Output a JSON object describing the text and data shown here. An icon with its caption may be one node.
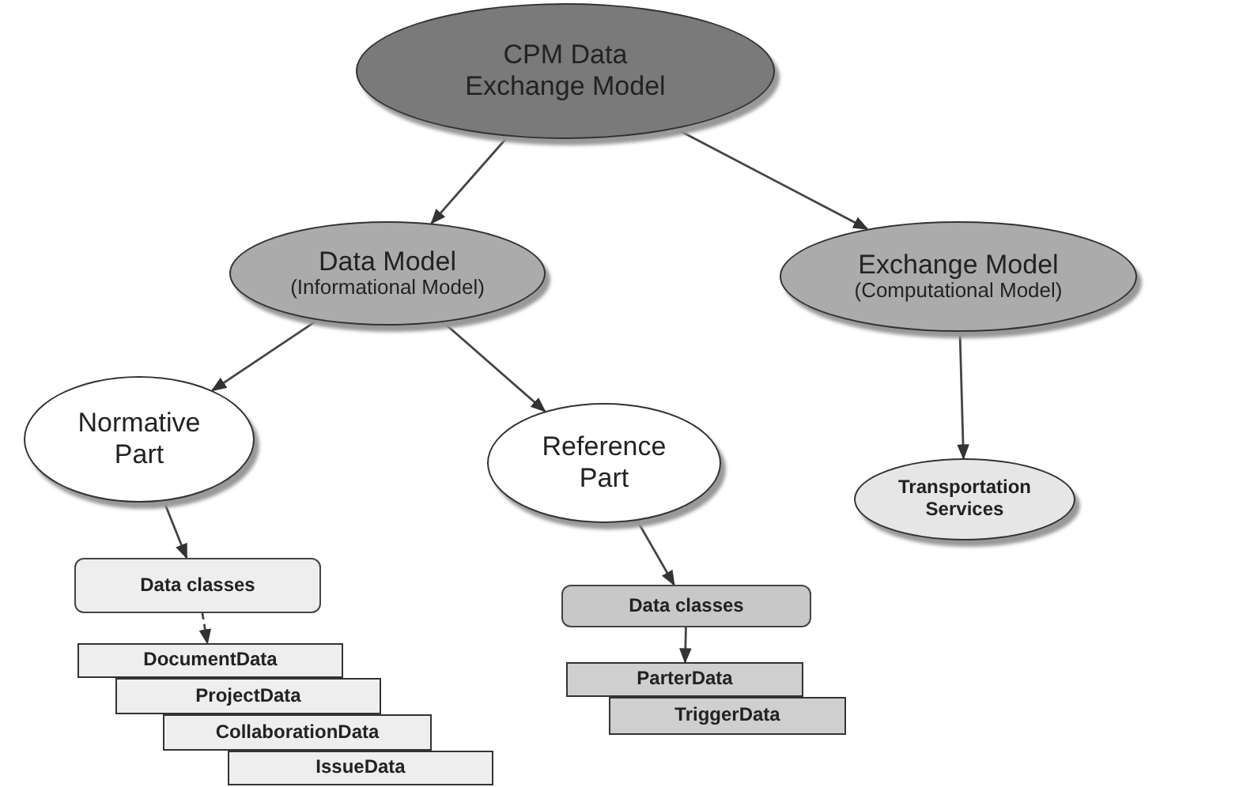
{
  "diagram": {
    "nodes": [
      {
        "text": [
          "CPM Data Exchange Model"
        ]
      },
      {
        "text": [
          "Data Model",
          "(Informational Model)"
        ]
      },
      {
        "text": [
          "Exchange Model",
          "(Computational Model)"
        ]
      },
      {
        "text": [
          "Normative Part"
        ]
      },
      {
        "text": [
          "Reference Part"
        ]
      },
      {
        "text": [
          "Transportation Services"
        ]
      },
      {
        "text": [
          "Data classes"
        ]
      },
      {
        "text": [
          "Data classes"
        ]
      },
      {
        "text": [
          "DocumentData"
        ]
      },
      {
        "text": [
          "ProjectData"
        ]
      },
      {
        "text": [
          "CollaborationData"
        ]
      },
      {
        "text": [
          "IssueData"
        ]
      },
      {
        "text": [
          "ParterData"
        ]
      },
      {
        "text": [
          "TriggerData"
        ]
      }
    ],
    "edges": [
      {
        "from": 0,
        "to": 1,
        "arrow": "to"
      },
      {
        "from": 0,
        "to": 2,
        "arrow": "to"
      },
      {
        "from": 1,
        "to": 3,
        "arrow": "to"
      },
      {
        "from": 1,
        "to": 4,
        "arrow": "to"
      },
      {
        "from": 2,
        "to": 5,
        "arrow": "to"
      },
      {
        "from": 3,
        "to": 6,
        "arrow": "to"
      },
      {
        "from": 6,
        "to": 8,
        "arrow": "to",
        "style": "dashed"
      },
      {
        "from": 4,
        "to": 7,
        "arrow": "to"
      },
      {
        "from": 7,
        "to": 12,
        "arrow": "to"
      }
    ]
  }
}
